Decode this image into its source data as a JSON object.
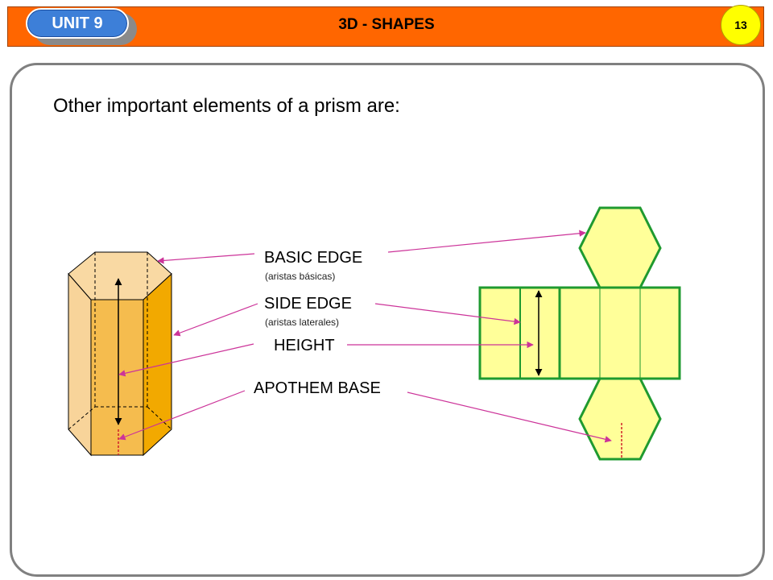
{
  "header": {
    "unit_label": "UNIT 9",
    "title": "3D - SHAPES",
    "page_number": "13"
  },
  "intro": "Other important elements of a prism are:",
  "labels": {
    "basic_edge": "BASIC EDGE",
    "basic_edge_sub": "(aristas básicas)",
    "side_edge": "SIDE EDGE",
    "side_edge_sub": "(aristas laterales)",
    "height": "HEIGHT",
    "apothem_base": "APOTHEM BASE"
  },
  "colors": {
    "header_bg": "#ff6600",
    "badge_bg": "#3d7fd8",
    "page_number_bg": "#ffff00",
    "prism_light": "#f8d9a0",
    "prism_mid": "#f5bc4e",
    "prism_dark": "#f2a900",
    "net_fill": "#ffff99",
    "net_stroke": "#1f9a2f",
    "pointer": "#cc3399"
  },
  "icons": [
    "unit-badge",
    "page-number-circle"
  ]
}
